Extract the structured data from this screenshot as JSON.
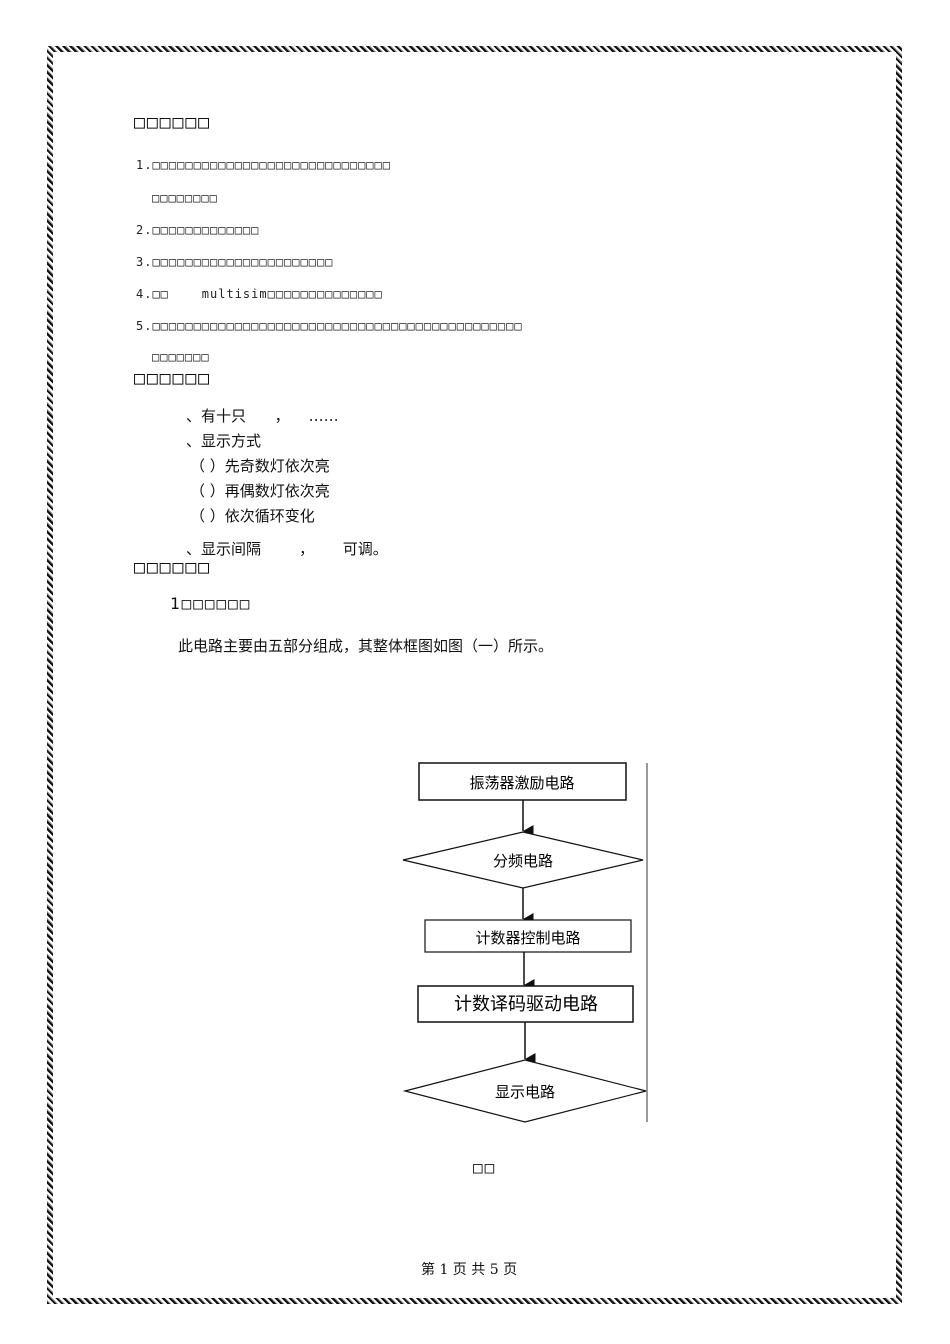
{
  "section1": {
    "heading": "□□□□□□",
    "items": [
      "1.□□□□□□□□□□□□□□□□□□□□□□□□□□□□□",
      "□□□□□□□□",
      "2.□□□□□□□□□□□□□",
      "3.□□□□□□□□□□□□□□□□□□□□□□",
      "4.□□    multisim□□□□□□□□□□□□□□",
      "5.□□□□□□□□□□□□□□□□□□□□□□□□□□□□□□□□□□□□□□□□□□□□□",
      "□□□□□□□"
    ]
  },
  "section2": {
    "heading": "□□□□□□",
    "items": [
      "、有十只      ，    ……",
      "、显示方式",
      "（ ）先奇数灯依次亮",
      "（ ）再偶数灯依次亮",
      "（ ）依次循环变化",
      "、显示间隔        ，      可调。"
    ]
  },
  "section3": {
    "heading": "□□□□□□",
    "subheading": "1□□□□□□",
    "paragraph": "此电路主要由五部分组成，其整体框图如图（一）所示。"
  },
  "flowchart": {
    "nodes": [
      "振荡器激励电路",
      "分频电路",
      "计数器控制电路",
      "计数译码驱动电路",
      "显示电路"
    ],
    "caption": "□□"
  },
  "footer": "第 1 页 共 5 页"
}
